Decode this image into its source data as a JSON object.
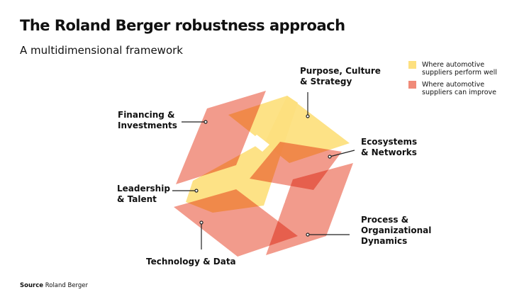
{
  "header": {
    "title": "The Roland Berger robustness approach",
    "subtitle": "A multidimensional framework"
  },
  "legend": [
    {
      "label": "Where automotive suppliers perform well",
      "color": "#fde07f"
    },
    {
      "label": "Where automotive suppliers can improve",
      "color": "#f08a78"
    }
  ],
  "dimensions": [
    {
      "line1": "Purpose, Culture",
      "line2": "& Strategy",
      "type": "well"
    },
    {
      "line1": "Financing &",
      "line2": "Investments",
      "type": "improve"
    },
    {
      "line1": "Ecosystems",
      "line2": "& Networks",
      "type": "improve"
    },
    {
      "line1": "Leadership",
      "line2": "& Talent",
      "type": "well"
    },
    {
      "line1": "Process &",
      "line2": "Organizational",
      "line3": "Dynamics",
      "type": "improve"
    },
    {
      "line1": "Technology & Data",
      "type": "improve"
    }
  ],
  "source": {
    "label": "Source",
    "value": "Roland Berger"
  }
}
